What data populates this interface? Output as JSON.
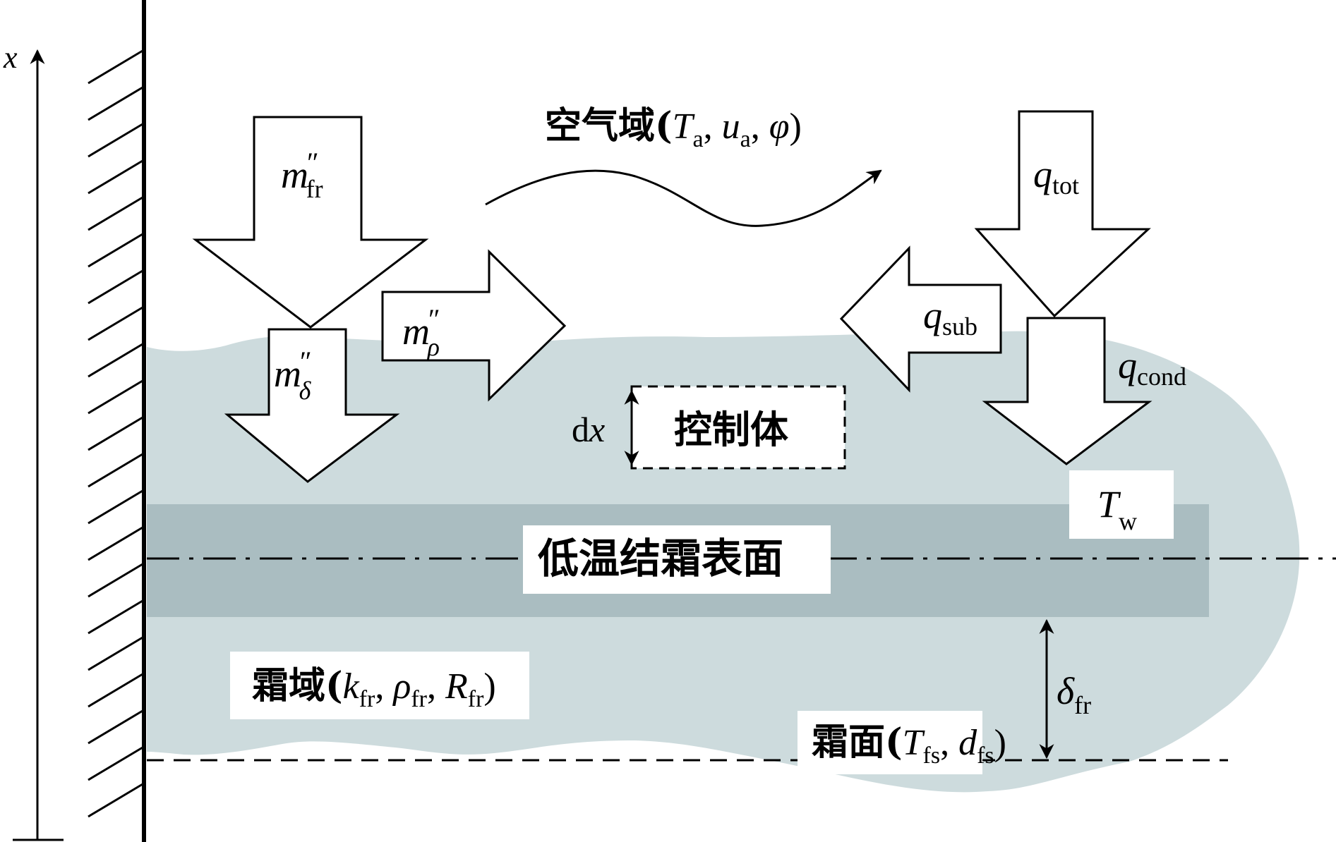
{
  "diagram": {
    "axis": {
      "label": "x"
    },
    "air_domain": {
      "prefix": "空气域(",
      "T": "T",
      "T_sub": "a",
      "sep1": ", ",
      "u": "u",
      "u_sub": "a",
      "sep2": ", ",
      "phi": "φ",
      "suffix": ")"
    },
    "arrows": {
      "m_fr": {
        "base": "m",
        "prime": "″",
        "sub": "fr"
      },
      "m_delta": {
        "base": "m",
        "prime": "″",
        "sub": "δ"
      },
      "m_rho": {
        "base": "m",
        "prime": "″",
        "sub": "ρ"
      },
      "q_tot": {
        "base": "q",
        "sub": "tot"
      },
      "q_sub": {
        "base": "q",
        "sub": "sub"
      },
      "q_cond": {
        "base": "q",
        "sub": "cond"
      }
    },
    "control_volume": {
      "label": "控制体",
      "dx_d": "d",
      "dx_x": "x"
    },
    "wall_temp": {
      "base": "T",
      "sub": "w"
    },
    "cold_surface": {
      "label": "低温结霜表面"
    },
    "frost_domain": {
      "prefix": "霜域(",
      "k": "k",
      "k_sub": "fr",
      "sep1": ", ",
      "rho": "ρ",
      "rho_sub": "fr",
      "sep2": ", ",
      "R": "R",
      "R_sub": "fr",
      "suffix": ")"
    },
    "frost_surface": {
      "prefix": "霜面(",
      "T": "T",
      "T_sub": "fs",
      "sep": ", ",
      "d": "d",
      "d_sub": "fs",
      "suffix": ")"
    },
    "thickness": {
      "base": "δ",
      "sub": "fr"
    },
    "colors": {
      "frost_light": "#cddbdd",
      "frost_dark": "#aabdc1",
      "ink": "#000000",
      "label_bg": "#ffffff"
    }
  }
}
